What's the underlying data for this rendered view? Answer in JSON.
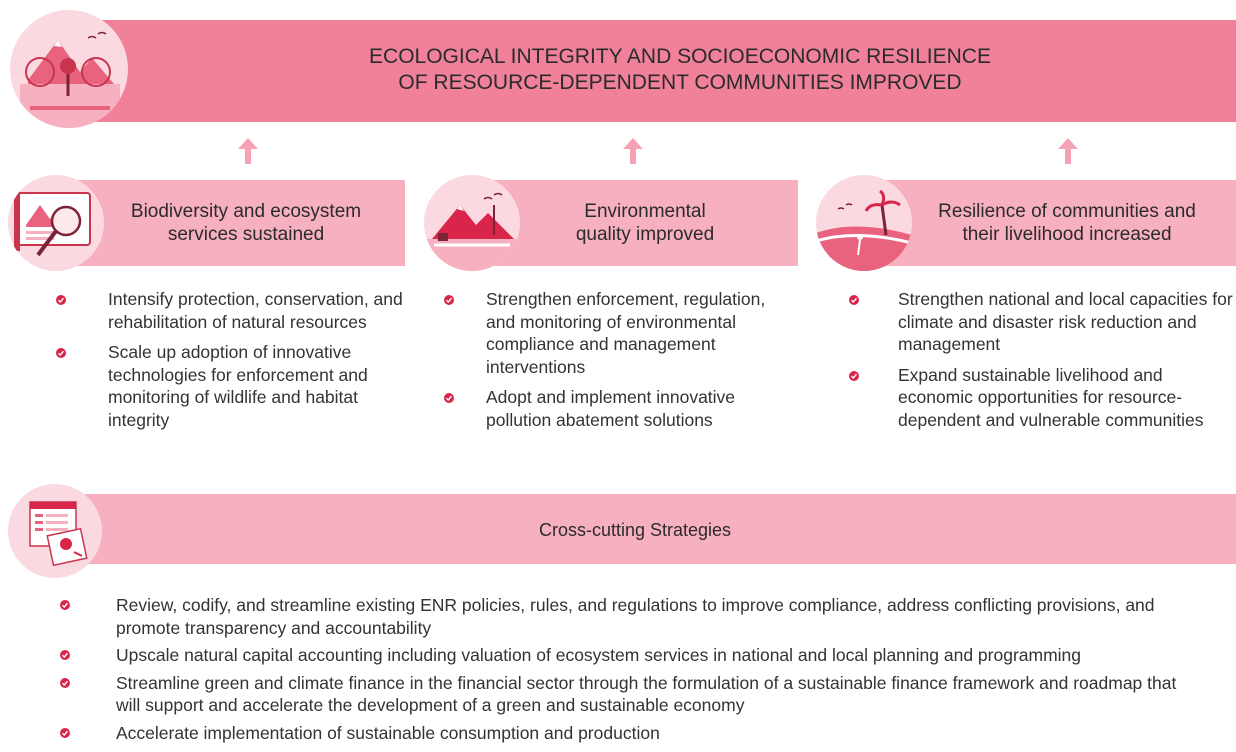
{
  "header": {
    "line1": "ECOLOGICAL INTEGRITY AND SOCIOECONOMIC RESILIENCE",
    "line2": "OF RESOURCE-DEPENDENT COMMUNITIES IMPROVED"
  },
  "columns": [
    {
      "title_line1": "Biodiversity and ecosystem",
      "title_line2": "services sustained",
      "items": [
        "Intensify protection, conservation, and rehabilitation of natural resources",
        "Scale up adoption of innovative technologies for enforcement and monitoring of wildlife and habitat integrity"
      ]
    },
    {
      "title_line1": "Environmental",
      "title_line2": "quality improved",
      "items": [
        "Strengthen enforcement, regulation, and monitoring of environmental compliance and management interventions",
        "Adopt and implement innovative pollution abatement solutions"
      ]
    },
    {
      "title_line1": "Resilience of communities and",
      "title_line2": "their livelihood increased",
      "items": [
        "Strengthen national and local capacities for climate and disaster risk reduction and management",
        "Expand sustainable livelihood and economic opportunities for resource-dependent and vulnerable communities"
      ]
    }
  ],
  "crosscutting": {
    "title": "Cross-cutting Strategies",
    "items": [
      "Review, codify, and streamline existing ENR policies, rules, and regulations to improve compliance, address conflicting provisions, and promote transparency and accountability",
      "Upscale natural capital accounting including valuation of ecosystem services in national and local planning and programming",
      "Streamline green and climate finance in the financial sector through the formulation of a sustainable finance framework and roadmap that will support and accelerate the development of a green and sustainable economy",
      "Accelerate implementation of sustainable consumption and production"
    ]
  },
  "colors": {
    "banner": "#f08199",
    "band": "#f7b0bf",
    "accent": "#d9254a",
    "arrow": "#f5a3b4"
  }
}
